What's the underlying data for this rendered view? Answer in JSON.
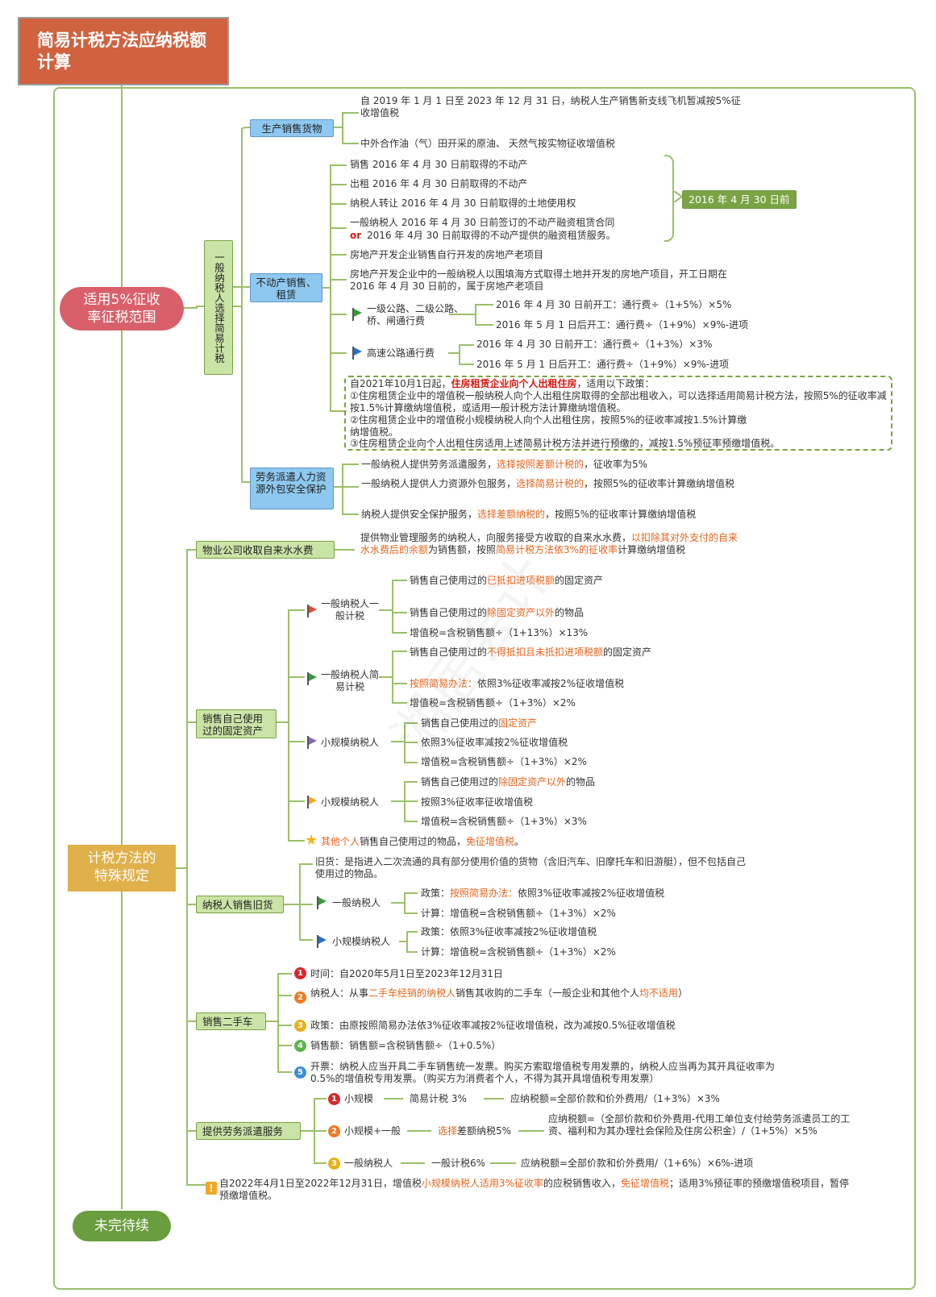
{
  "title": "简易计税方法应纳税额计算",
  "watermark": "湘居会计",
  "main1": "适用5%征收率征税范围",
  "main2": "计税方法的特殊规定",
  "main3": "未完待续",
  "vertical_node": "一般纳税人选择简易计税",
  "nodes": {
    "goods": "生产销售货物",
    "realestate": "不动产销售、租赁",
    "labor": "劳务派遣人力资源外包安全保护",
    "water": "物业公司收取自来水水费",
    "fixed": "销售自己使用过的固定资产",
    "used": "纳税人销售旧货",
    "car": "销售二手车",
    "dispatch": "提供劳务派遣服务",
    "date_tag": "2016 年 4 月 30 日前"
  },
  "goods_items": [
    "自 2019 年 1 月 1 日至 2023 年 12 月 31 日，纳税人生产销售新支线飞机暂减按5%征收增值税",
    "中外合作油（气）田开采的原油、 天然气按实物征收增值税"
  ],
  "re_items": [
    "销售 2016 年 4 月 30 日前取得的不动产",
    "出租 2016 年 4 月 30 日前取得的不动产",
    "纳税人转让 2016 年 4 月 30 日前取得的土地使用权",
    "一般纳税人 2016 年 4 月 30 日前签订的不动产融资租赁合同",
    "or",
    "2016 年 4月 30 日前取得的不动产提供的融资租赁服务。",
    "房地产开发企业销售自行开发的房地产老项目",
    "房地产开发企业中的一般纳税人以围填海方式取得土地并开发的房地产项目，开工日期在 2016 年 4 月 30 日前的，属于房地产老项目"
  ],
  "road1": {
    "label": "一级公路、二级公路、桥、闸通行费",
    "a": "2016 年 4 月 30 日前开工：通行费÷（1+5%）×5%",
    "b": "2016 年 5 月 1 日后开工：通行费÷（1+9%）×9%-进项"
  },
  "road2": {
    "label": "高速公路通行费",
    "a": "2016 年 4 月 30 日前开工：通行费÷（1+3%）×3%",
    "b": "2016 年 5 月 1 日后开工：通行费÷（1+9%）×9%-进项"
  },
  "rent": {
    "p1": "自2021年10月1日起，",
    "p1r": "住房租赁企业向个人出租住房",
    "p1b": "，适用以下政策：",
    "l1": "①住房租赁企业中的增值税一般纳税人向个人出租住房取得的全部出租收入，可以选择适用简易计税方法，按照5%的征收率减按1.5%计算缴纳增值税，或适用一般计税方法计算缴纳增值税。",
    "l2": "②住房租赁企业中的增值税小规模纳税人向个人出租住房，按照5%的征收率减按1.5%计算缴纳增值税。",
    "l3": "③住房租赁企业向个人出租住房适用上述简易计税方法并进行预缴的，减按1.5%预征率预缴增值税。"
  },
  "labor_items": {
    "a1": "一般纳税人提供劳务派遣服务，",
    "a2": "选择按照差额计税的",
    "a3": "，征收率为5%",
    "b1": "一般纳税人提供人力资源外包服务，",
    "b2": "选择简易计税的",
    "b3": "，按照5%的征收率计算缴纳增值税",
    "c1": "纳税人提供安全保护服务，",
    "c2": "选择差额纳税的",
    "c3": "，按照5%的征收率计算缴纳增值税"
  },
  "water_text": {
    "a": "提供物业管理服务的纳税人，向服务接受方收取的自来水水费，",
    "b": "以扣除其对外支付的自来水水费后的余额",
    "c": "为销售额，按照",
    "d": "简易计税方法依3%的征收率",
    "e": "计算缴纳增值税"
  },
  "fixed": {
    "g1_label": "一般纳税人一般计税",
    "g1_a1": "销售自己使用过的",
    "g1_a2": "已抵扣进项税额",
    "g1_a3": "的固定资产",
    "g1_b1": "销售自己使用过的",
    "g1_b2": "除固定资产以外",
    "g1_b3": "的物品",
    "g1_c": "增值税=含税销售额÷（1+13%）×13%",
    "g2_label": "一般纳税人简易计税",
    "g2_a1": "销售自己使用过的",
    "g2_a2": "不得抵扣且未抵扣进项税额",
    "g2_a3": "的固定资产",
    "g2_b1": "按照简易办法：",
    "g2_b2": "依照3%征收率减按2%征收增值税",
    "g2_c": "增值税=含税销售额÷（1+3%）×2%",
    "s1_label": "小规模纳税人",
    "s1_a1": "销售自己使用过的",
    "s1_a2": "固定资产",
    "s1_b": "依照3%征收率减按2%征收增值税",
    "s1_c": "增值税=含税销售额÷（1+3%）×2%",
    "s2_label": "小规模纳税人",
    "s2_a1": "销售自己使用过的",
    "s2_a2": "除固定资产以外",
    "s2_a3": "的物品",
    "s2_b": "按照3%征收率征收增值税",
    "s2_c": "增值税=含税销售额÷（1+3%）×3%",
    "other1": "其他个人",
    "other2": "销售自己使用过的物品，",
    "other3": "免征增值税",
    "other4": "。"
  },
  "used": {
    "def": "旧货：是指进入二次流通的具有部分使用价值的货物（含旧汽车、旧摩托车和旧游艇），但不包括自己使用过的物品。",
    "g_label": "一般纳税人",
    "g_a1": "政策：",
    "g_a2": "按照简易办法：",
    "g_a3": "依照3%征收率减按2%征收增值税",
    "g_b": "计算：增值税=含税销售额÷（1+3%）×2%",
    "s_label": "小规模纳税人",
    "s_a": "政策：依照3%征收率减按2%征收增值税",
    "s_b": "计算：增值税=含税销售额÷（1+3%）×2%"
  },
  "car": {
    "i1": "时间：自2020年5月1日至2023年12月31日",
    "i2a": "纳税人：从事",
    "i2b": "二手车经销的纳税人",
    "i2c": "销售其收购的二手车（一般企业和其他个人",
    "i2d": "均不适用",
    "i2e": "）",
    "i3": "政策：由原按照简易办法依3%征收率减按2%征收增值税，改为减按0.5%征收增值税",
    "i4": "销售额：销售额=含税销售额÷（1+0.5%）",
    "i5": "开票：纳税人应当开具二手车销售统一发票。购买方索取增值税专用发票的，纳税人应当再为其开具征收率为0.5%的增值税专用发票。（购买方为消费者个人，不得为其开具增值税专用发票）"
  },
  "dispatch": {
    "r1a": "小规模",
    "r1b": "简易计税 3%",
    "r1c": "应纳税额=全部价款和价外费用/（1+3%）×3%",
    "r2a": "小规模+一般",
    "r2b": "选择",
    "r2c": "差额纳税5%",
    "r2d": "应纳税额=（全部价款和价外费用-代用工单位支付给劳务派遣员工的工资、福利和为其办理社会保险及住房公积金）/（1+5%）×5%",
    "r3a": "一般纳税人",
    "r3b": "一般计税6%",
    "r3c": "应纳税额=全部价款和价外费用/（1+6%）×6%-进项"
  },
  "notice": {
    "a": "自2022年4月1日至2022年12月31日，增值税",
    "b": "小规模纳税人适用3%征收率",
    "c": "的应税销售收入，",
    "d": "免征增值税",
    "e": "；适用3%预征率的预缴增值税项目，暂停预缴增值税。"
  },
  "colors": {
    "title_bg": "#d0623f",
    "main1_bg": "#d9606a",
    "main2_bg": "#e0b04a",
    "main3_bg": "#6a9d3d",
    "line": "#9bbf6a",
    "accent": "#e8641c"
  }
}
